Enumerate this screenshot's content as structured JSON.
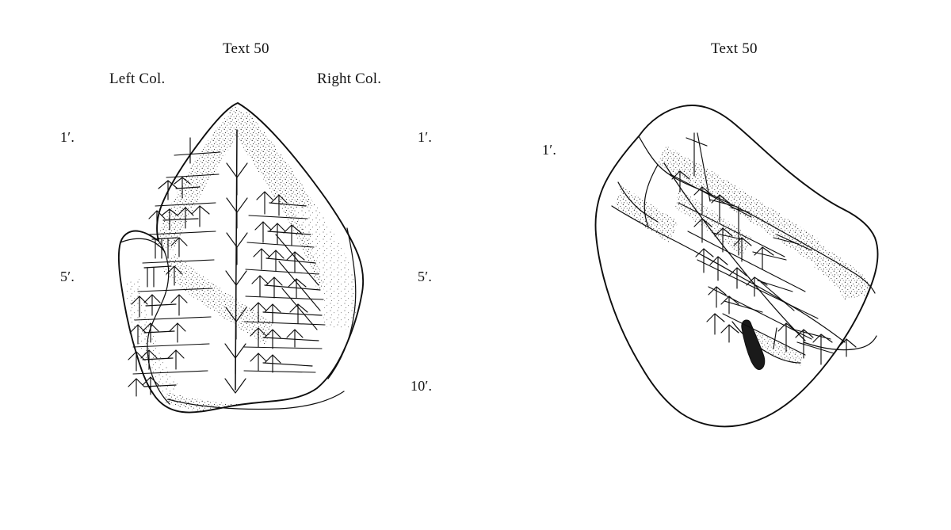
{
  "figure": {
    "kind": "archaeological-line-drawing",
    "subject": "inscribed stone fragment with cuneiform columns",
    "background_color": "#ffffff",
    "ink_color": "#0e0e0e",
    "panels": [
      {
        "id": "obverse",
        "title": "Text 50",
        "column_labels": {
          "left": "Left Col.",
          "right": "Right Col."
        },
        "left_line_marks": [
          "1′.",
          "5′."
        ],
        "right_line_marks": [
          "1′.",
          "5′.",
          "10′."
        ]
      },
      {
        "id": "reverse",
        "title": "Text 50",
        "line_marks": [
          "1′."
        ]
      }
    ]
  },
  "left_panel": {
    "title": "Text 50",
    "left_col_label": "Left Col.",
    "right_col_label": "Right Col.",
    "mark_1_left": "1′.",
    "mark_5_left": "5′.",
    "mark_1_right": "1′.",
    "mark_5_right": "5′.",
    "mark_10_right": "10′."
  },
  "right_panel": {
    "title": "Text 50",
    "mark_1": "1′."
  }
}
